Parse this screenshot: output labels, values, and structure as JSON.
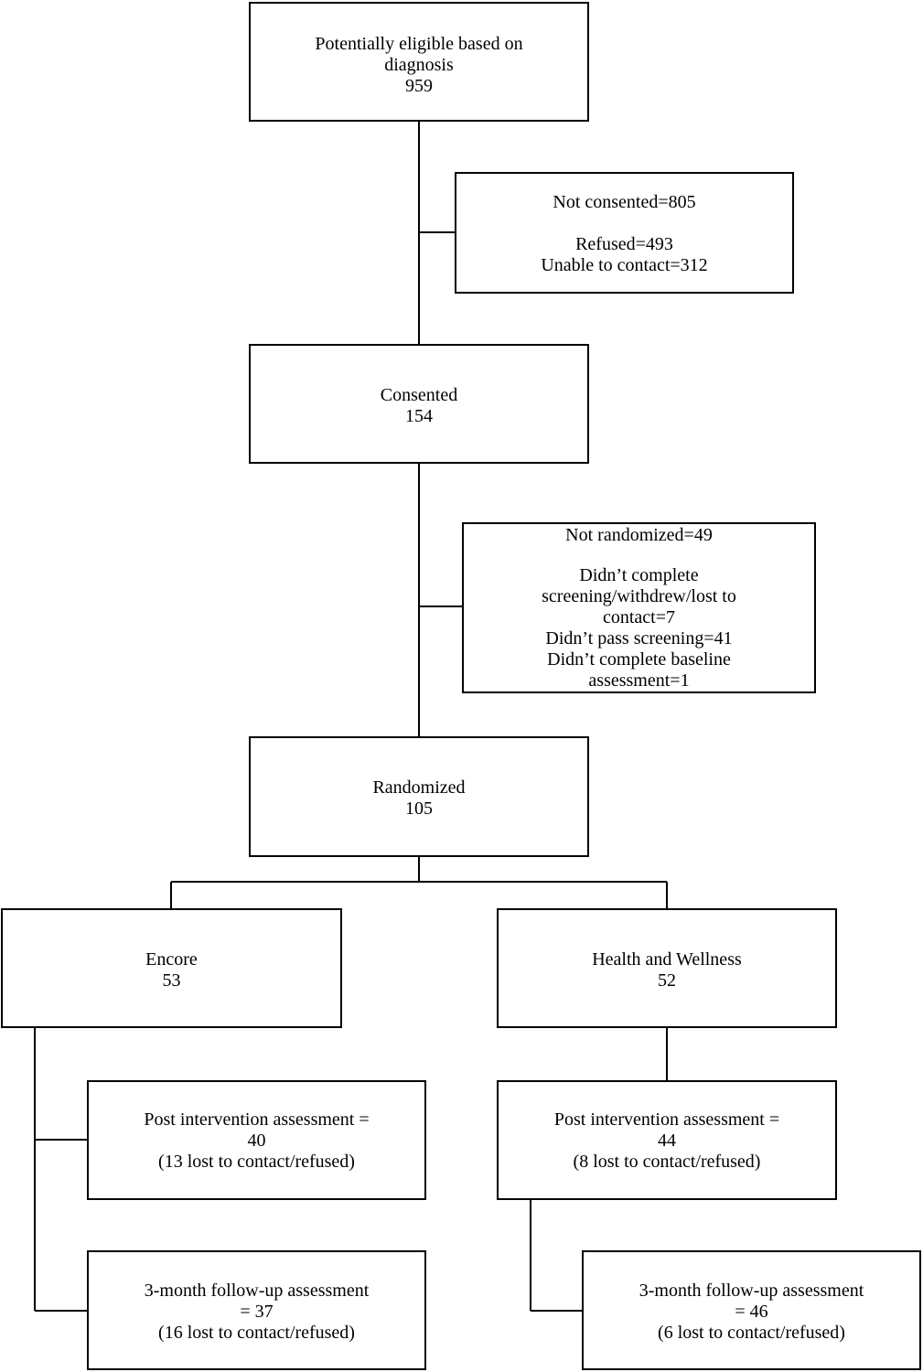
{
  "diagram": {
    "eligible": {
      "label": "Potentially eligible based on diagnosis",
      "label_line1": "Potentially eligible based on",
      "label_line2": "diagnosis",
      "count": "959"
    },
    "not_consented": {
      "title": "Not consented=805",
      "refused": "Refused=493",
      "unable": "Unable to contact=312"
    },
    "consented": {
      "label": "Consented",
      "count": "154"
    },
    "not_randomized": {
      "title": "Not randomized=49",
      "reason1_line1": "Didn’t complete",
      "reason1_line2": "screening/withdrew/lost to",
      "reason1_line3": "contact=7",
      "reason2": "Didn’t pass screening=41",
      "reason3_line1": "Didn’t complete baseline",
      "reason3_line2": "assessment=1"
    },
    "randomized": {
      "label": "Randomized",
      "count": "105"
    },
    "encore": {
      "label": "Encore",
      "count": "53",
      "post": {
        "line1": "Post intervention assessment =",
        "line2": "40",
        "line3": "(13 lost to contact/refused)"
      },
      "followup": {
        "line1": "3-month follow-up assessment",
        "line2": "= 37",
        "line3": "(16 lost to contact/refused)"
      }
    },
    "health": {
      "label": "Health and Wellness",
      "count": "52",
      "post": {
        "line1": "Post intervention assessment =",
        "line2": "44",
        "line3": "(8 lost to contact/refused)"
      },
      "followup": {
        "line1": "3-month follow-up assessment",
        "line2": "= 46",
        "line3": "(6 lost to contact/refused)"
      }
    }
  }
}
